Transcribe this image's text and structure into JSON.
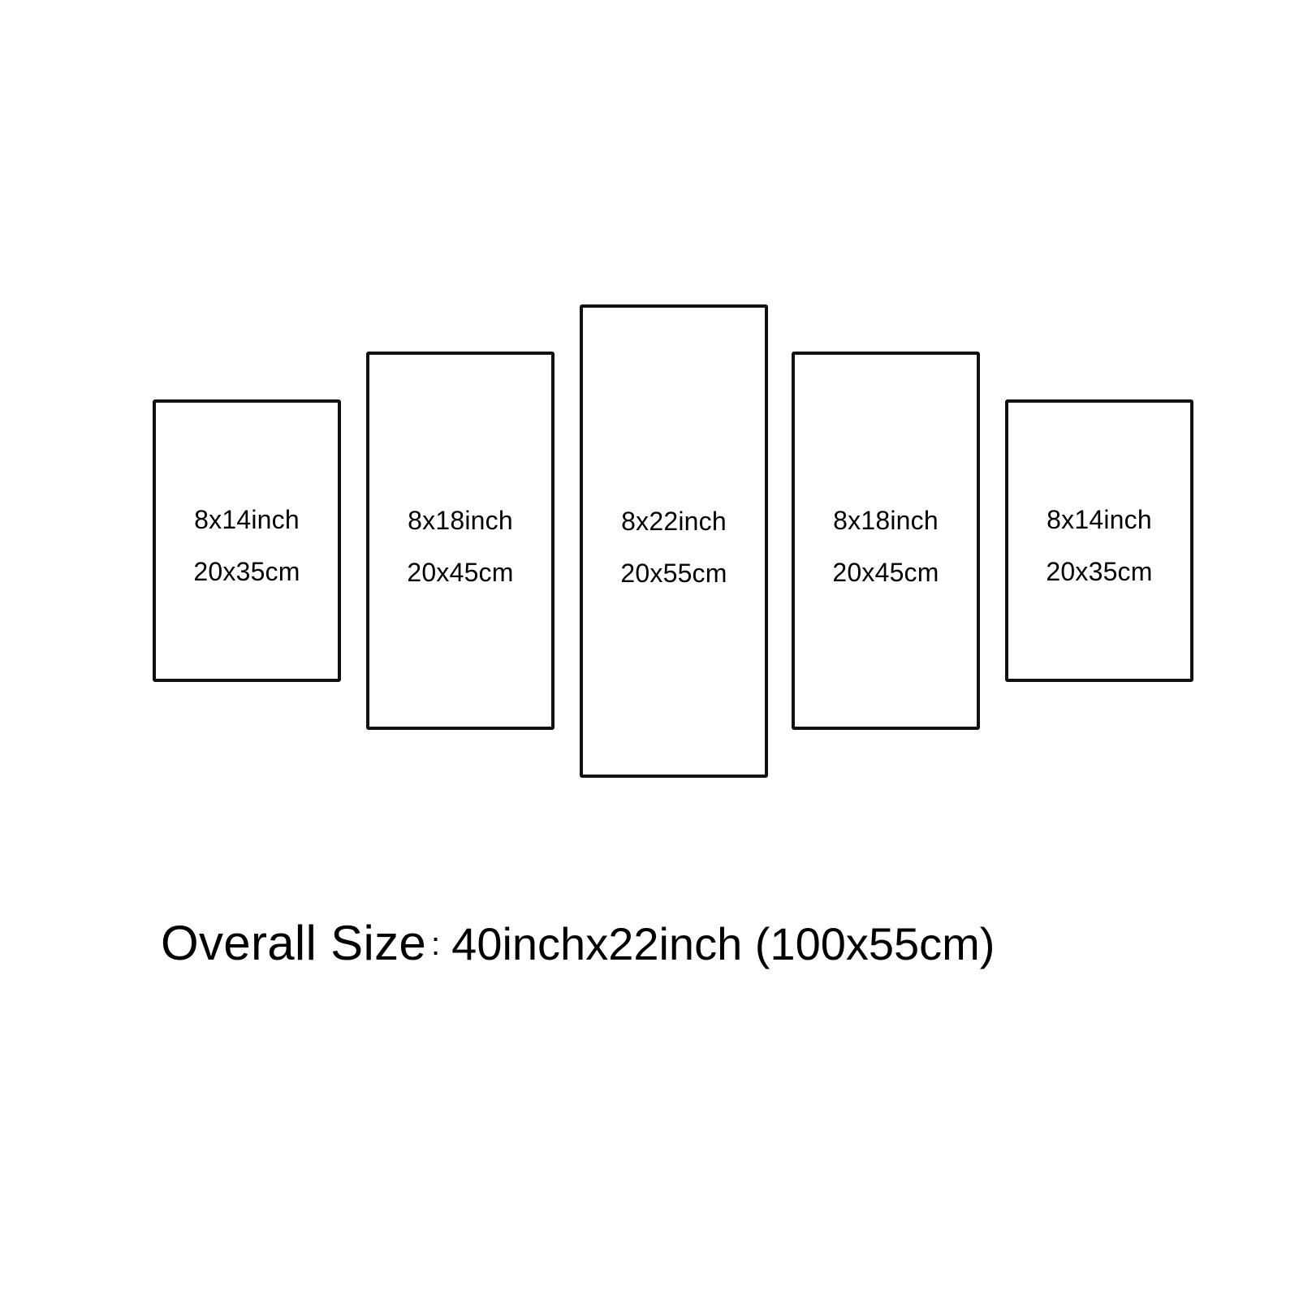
{
  "panels": [
    {
      "inch": "8x14inch",
      "cm": "20x35cm"
    },
    {
      "inch": "8x18inch",
      "cm": "20x45cm"
    },
    {
      "inch": "8x22inch",
      "cm": "20x55cm"
    },
    {
      "inch": "8x18inch",
      "cm": "20x45cm"
    },
    {
      "inch": "8x14inch",
      "cm": "20x35cm"
    }
  ],
  "overall": {
    "label": "Overall Size",
    "separator": ":",
    "value": "40inchx22inch (100x55cm)"
  }
}
